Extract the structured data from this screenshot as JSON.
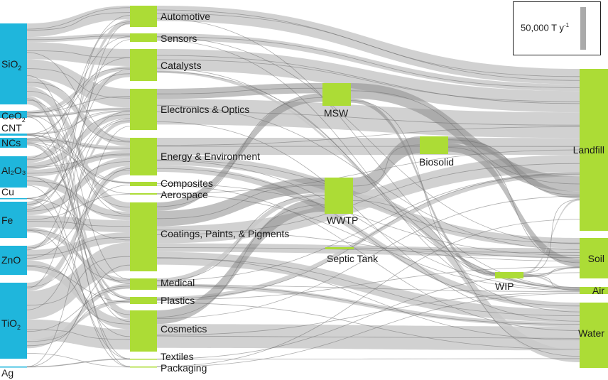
{
  "title": "Global nanomaterial life-cycle flows",
  "colors": {
    "source_node": "#1fb6dc",
    "target_node": "#acdc36",
    "flow": "#c9c9c9",
    "flow_dark": "#8c8c8c"
  },
  "legend": {
    "scale_label": "50,000 T y",
    "scale_unit_exponent": "-1",
    "scale_value": 50000,
    "unit": "T y-1"
  },
  "chart_data": {
    "type": "sankey",
    "columns": [
      {
        "name": "nanomaterials",
        "nodes": [
          {
            "id": "SiO2",
            "label": "SiO",
            "sub": "2",
            "value": 95000
          },
          {
            "id": "CeO2",
            "label": "CeO",
            "sub": "2",
            "value": 10000
          },
          {
            "id": "CNT",
            "label": "CNT",
            "sub": "",
            "value": 3000
          },
          {
            "id": "NCs",
            "label": "NCs",
            "sub": "",
            "value": 10000
          },
          {
            "id": "Al2O3",
            "label": "Al₂O₃",
            "sub": "",
            "value": 40000
          },
          {
            "id": "Cu",
            "label": "Cu",
            "sub": "",
            "value": 1000
          },
          {
            "id": "Fe",
            "label": "Fe",
            "sub": "",
            "value": 42000
          },
          {
            "id": "ZnO",
            "label": "ZnO",
            "sub": "",
            "value": 34000
          },
          {
            "id": "TiO2",
            "label": "TiO",
            "sub": "2",
            "value": 88000
          },
          {
            "id": "Ag",
            "label": "Ag",
            "sub": "",
            "value": 500
          }
        ]
      },
      {
        "name": "applications",
        "nodes": [
          {
            "id": "Automotive",
            "label": "Automotive",
            "value": 24000
          },
          {
            "id": "Sensors",
            "label": "Sensors",
            "value": 10000
          },
          {
            "id": "Catalysts",
            "label": "Catalysts",
            "value": 37000
          },
          {
            "id": "Electronics",
            "label": "Electronics & Optics",
            "value": 50000
          },
          {
            "id": "Energy",
            "label": "Energy & Environment",
            "value": 45000
          },
          {
            "id": "Composites",
            "label": "Composites",
            "value": 5000
          },
          {
            "id": "Aerospace",
            "label": "Aerospace",
            "value": 2000
          },
          {
            "id": "Coatings",
            "label": "Coatings, Paints, & Pigments",
            "value": 82000
          },
          {
            "id": "Medical",
            "label": "Medical",
            "value": 13000
          },
          {
            "id": "Plastics",
            "label": "Plastics",
            "value": 8000
          },
          {
            "id": "Cosmetics",
            "label": "Cosmetics",
            "value": 48000
          },
          {
            "id": "Textiles",
            "label": "Textiles",
            "value": 1000
          },
          {
            "id": "Packaging",
            "label": "Packaging",
            "value": 1000
          }
        ]
      },
      {
        "name": "disposal",
        "nodes": [
          {
            "id": "MSW",
            "label": "MSW",
            "value": 26000
          },
          {
            "id": "WWTP",
            "label": "WWTP",
            "value": 42000
          },
          {
            "id": "Septic",
            "label": "Septic Tank",
            "value": 2500
          }
        ]
      },
      {
        "name": "treatment",
        "nodes": [
          {
            "id": "Biosolid",
            "label": "Biosolid",
            "value": 20000
          },
          {
            "id": "WIP",
            "label": "WIP",
            "value": 6000
          }
        ]
      },
      {
        "name": "environment",
        "nodes": [
          {
            "id": "Landfill",
            "label": "Landfill",
            "value": 190000
          },
          {
            "id": "Soil",
            "label": "Soil",
            "value": 48000
          },
          {
            "id": "Air",
            "label": "Air",
            "value": 8000
          },
          {
            "id": "Water",
            "label": "Water",
            "value": 75000
          }
        ]
      }
    ],
    "flows": [
      {
        "s": "SiO2",
        "t": "Automotive",
        "v": 16000
      },
      {
        "s": "SiO2",
        "t": "Sensors",
        "v": 6000
      },
      {
        "s": "SiO2",
        "t": "Catalysts",
        "v": 20000
      },
      {
        "s": "SiO2",
        "t": "Electronics",
        "v": 22000
      },
      {
        "s": "SiO2",
        "t": "Energy",
        "v": 10000
      },
      {
        "s": "SiO2",
        "t": "Coatings",
        "v": 11000
      },
      {
        "s": "SiO2",
        "t": "Cosmetics",
        "v": 10000
      },
      {
        "s": "CeO2",
        "t": "Catalysts",
        "v": 5000
      },
      {
        "s": "CeO2",
        "t": "Electronics",
        "v": 3000
      },
      {
        "s": "CNT",
        "t": "Electronics",
        "v": 1500
      },
      {
        "s": "CNT",
        "t": "Composites",
        "v": 1500
      },
      {
        "s": "NCs",
        "t": "Energy",
        "v": 5000
      },
      {
        "s": "NCs",
        "t": "Plastics",
        "v": 3000
      },
      {
        "s": "Al2O3",
        "t": "Catalysts",
        "v": 8000
      },
      {
        "s": "Al2O3",
        "t": "Electronics",
        "v": 8000
      },
      {
        "s": "Al2O3",
        "t": "Energy",
        "v": 8000
      },
      {
        "s": "Al2O3",
        "t": "Coatings",
        "v": 10000
      },
      {
        "s": "Cu",
        "t": "Electronics",
        "v": 500
      },
      {
        "s": "Fe",
        "t": "Automotive",
        "v": 6000
      },
      {
        "s": "Fe",
        "t": "Energy",
        "v": 10000
      },
      {
        "s": "Fe",
        "t": "Coatings",
        "v": 14000
      },
      {
        "s": "Fe",
        "t": "Medical",
        "v": 6000
      },
      {
        "s": "ZnO",
        "t": "Electronics",
        "v": 5000
      },
      {
        "s": "ZnO",
        "t": "Coatings",
        "v": 12000
      },
      {
        "s": "ZnO",
        "t": "Cosmetics",
        "v": 12000
      },
      {
        "s": "TiO2",
        "t": "Energy",
        "v": 10000
      },
      {
        "s": "TiO2",
        "t": "Coatings",
        "v": 33000
      },
      {
        "s": "TiO2",
        "t": "Cosmetics",
        "v": 24000
      },
      {
        "s": "TiO2",
        "t": "Plastics",
        "v": 4000
      },
      {
        "s": "TiO2",
        "t": "Medical",
        "v": 6000
      },
      {
        "s": "Ag",
        "t": "Textiles",
        "v": 300
      },
      {
        "s": "Automotive",
        "t": "Landfill",
        "v": 18000
      },
      {
        "s": "Sensors",
        "t": "Landfill",
        "v": 8000
      },
      {
        "s": "Catalysts",
        "t": "Landfill",
        "v": 25000
      },
      {
        "s": "Catalysts",
        "t": "Air",
        "v": 3000
      },
      {
        "s": "Electronics",
        "t": "MSW",
        "v": 12000
      },
      {
        "s": "Electronics",
        "t": "Landfill",
        "v": 30000
      },
      {
        "s": "Energy",
        "t": "Landfill",
        "v": 20000
      },
      {
        "s": "Energy",
        "t": "Soil",
        "v": 12000
      },
      {
        "s": "Energy",
        "t": "Water",
        "v": 8000
      },
      {
        "s": "Coatings",
        "t": "MSW",
        "v": 10000
      },
      {
        "s": "Coatings",
        "t": "WWTP",
        "v": 18000
      },
      {
        "s": "Coatings",
        "t": "Landfill",
        "v": 20000
      },
      {
        "s": "Coatings",
        "t": "Soil",
        "v": 10000
      },
      {
        "s": "Coatings",
        "t": "Water",
        "v": 15000
      },
      {
        "s": "Medical",
        "t": "WWTP",
        "v": 6000
      },
      {
        "s": "Medical",
        "t": "Water",
        "v": 5000
      },
      {
        "s": "Plastics",
        "t": "Landfill",
        "v": 5000
      },
      {
        "s": "Cosmetics",
        "t": "WWTP",
        "v": 16000
      },
      {
        "s": "Cosmetics",
        "t": "Water",
        "v": 28000
      },
      {
        "s": "MSW",
        "t": "Landfill",
        "v": 18000
      },
      {
        "s": "MSW",
        "t": "WIP",
        "v": 5000
      },
      {
        "s": "WWTP",
        "t": "Biosolid",
        "v": 20000
      },
      {
        "s": "WWTP",
        "t": "Water",
        "v": 14000
      },
      {
        "s": "Septic",
        "t": "Soil",
        "v": 2000
      },
      {
        "s": "Biosolid",
        "t": "Landfill",
        "v": 8000
      },
      {
        "s": "Biosolid",
        "t": "Soil",
        "v": 10000
      },
      {
        "s": "WIP",
        "t": "Landfill",
        "v": 2500
      },
      {
        "s": "WIP",
        "t": "Air",
        "v": 2000
      },
      {
        "s": "WIP",
        "t": "Soil",
        "v": 1500
      }
    ],
    "highlighted_flows": [
      [
        "Electronics",
        "MSW"
      ],
      [
        "Coatings",
        "MSW"
      ],
      [
        "MSW",
        "Landfill"
      ],
      [
        "Coatings",
        "WWTP"
      ],
      [
        "Cosmetics",
        "WWTP"
      ],
      [
        "WWTP",
        "Biosolid"
      ],
      [
        "Biosolid",
        "Landfill"
      ],
      [
        "Biosolid",
        "Soil"
      ],
      [
        "MSW",
        "WIP"
      ],
      [
        "WIP",
        "Soil"
      ]
    ]
  }
}
